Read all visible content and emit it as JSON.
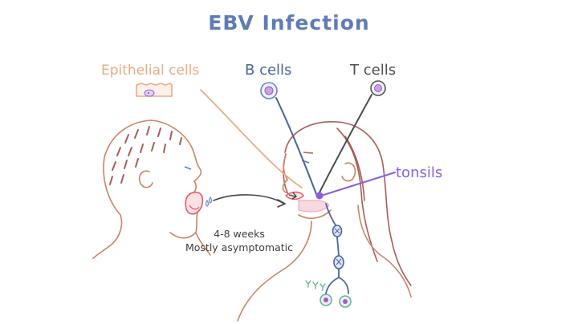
{
  "title": "EBV Infection",
  "labels": {
    "epithelial_cells": "Epithelial cells",
    "b_cells": "B cells",
    "t_cells": "T cells",
    "tonsils": "tonsils",
    "incubation": "4-8 weeks",
    "course": "Mostly asymptomatic"
  },
  "colors": {
    "title": "#5e7db3",
    "epithelial": "#e9aa86",
    "b_cell": "#4a6598",
    "t_cell": "#4d4d4d",
    "tonsils": "#8a60d8",
    "skin_outline": "#c98464",
    "hair": "#a95c58",
    "plasma_cell": "#9a5ec8",
    "antibody": "#5fb88a"
  },
  "icons": [
    "epithelial-cell-icon",
    "b-cell-icon",
    "t-cell-icon",
    "infected-b-cell-icon",
    "plasma-cell-icon",
    "antibody-icon"
  ]
}
